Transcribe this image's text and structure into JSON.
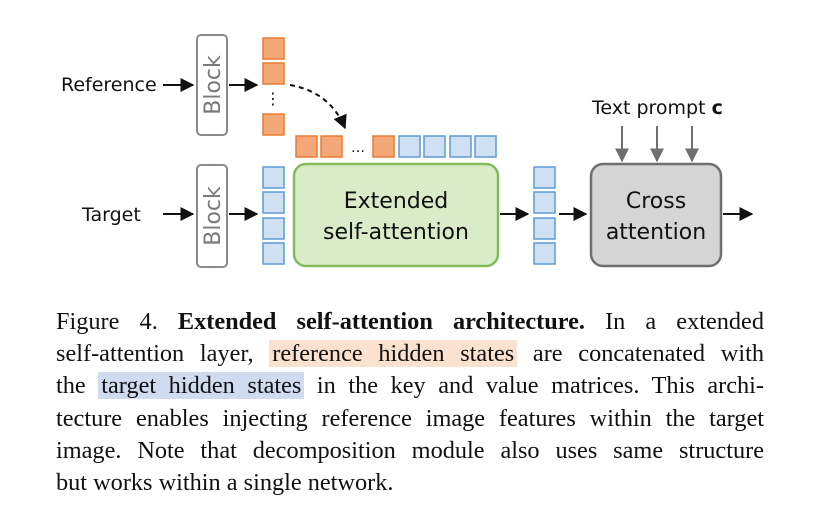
{
  "diagram": {
    "reference_label": "Reference",
    "target_label": "Target",
    "block_label": "Block",
    "ellipsis_vertical": "⋮",
    "ellipsis_horizontal": "…",
    "extended_line1": "Extended",
    "extended_line2": "self-attention",
    "cross_line1": "Cross",
    "cross_line2": "attention",
    "text_prompt": "Text prompt ",
    "text_prompt_var": "c",
    "colors": {
      "reference_token": "#f4a877",
      "reference_token_stroke": "#ea7a31",
      "target_token": "#cfe0f3",
      "target_token_stroke": "#5f9bd3",
      "extended_fill": "#d9ecc9",
      "extended_stroke": "#82bb5a",
      "cross_fill": "#d5d5d5",
      "cross_stroke": "#6f6f6f"
    }
  },
  "caption": {
    "fig_label": "Figure 4.",
    "title": "Extended self-attention architecture.",
    "l1_tail": "In a extended",
    "l2_pre": "self-attention layer,",
    "ref_highlight": "reference hidden states",
    "l2_post": "are concatenated with",
    "l3_pre": "the",
    "tgt_highlight": "target hidden states",
    "l3_post": "in the key and value matrices. This archi-",
    "l4": "tecture enables injecting reference image features within the target",
    "l5": "image. Note that decomposition module also uses same structure",
    "l6": "but works within a single network."
  }
}
